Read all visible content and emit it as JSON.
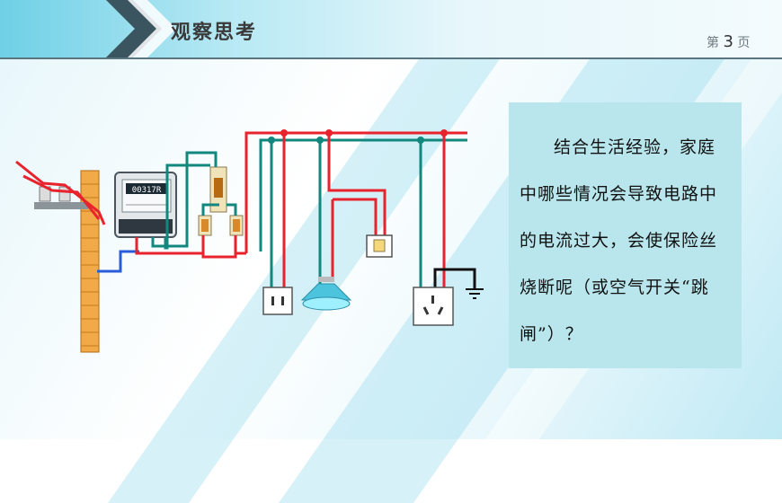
{
  "header": {
    "title": "观察思考",
    "page_prefix": "第",
    "page_number": "3",
    "page_suffix": "页"
  },
  "question": {
    "text": "结合生活经验，家庭中哪些情况会导致电路中的电流过大，会使保险丝烧断呢（或空气开关“跳闸”）？"
  },
  "meter": {
    "display": "00317R"
  },
  "colors": {
    "live_wire": "#e8232d",
    "neutral_wire": "#12877e",
    "ground_wire": "#2a5bd8",
    "textbox_bg": "#b8e6ec"
  }
}
